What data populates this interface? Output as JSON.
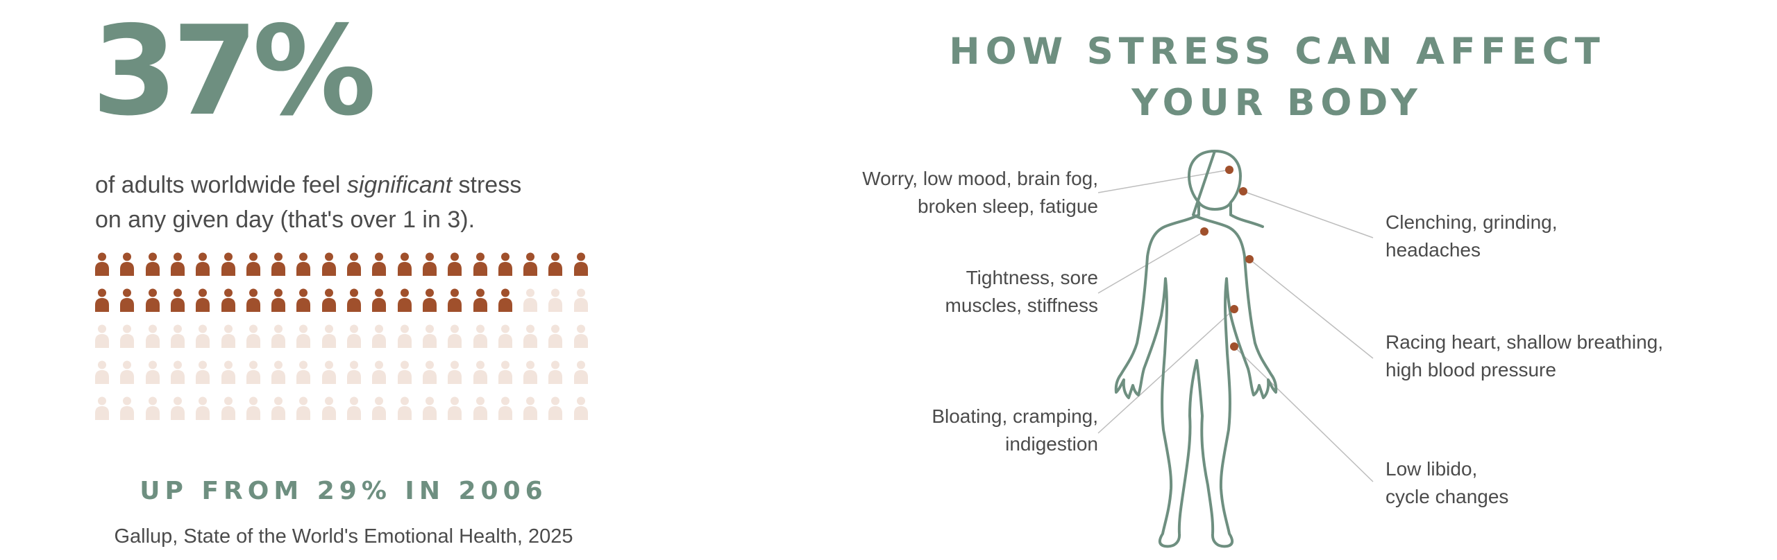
{
  "stat": {
    "percent": "37%",
    "caption_before": "of adults worldwide feel ",
    "caption_emphasis": "significant",
    "caption_after": " stress",
    "caption_line2": "on any given day (that's over 1 in 3).",
    "people_total": 100,
    "people_highlighted": 37,
    "colors": {
      "highlight": "#a0502c",
      "muted": "#f2e4dc",
      "accent": "#6e8f80"
    }
  },
  "trend": "UP FROM 29% IN 2006",
  "source": "Gallup, State of the World's Emotional Health, 2025",
  "title": {
    "line1": "HOW STRESS CAN AFFECT",
    "line2": "YOUR BODY"
  },
  "symptoms": {
    "mind": {
      "line1": "Worry, low mood, brain fog,",
      "line2": "broken sleep, fatigue"
    },
    "jaw": {
      "line1": "Clenching, grinding,",
      "line2": "headaches"
    },
    "muscles": {
      "line1": "Tightness, sore",
      "line2": "muscles, stiffness"
    },
    "heart": {
      "line1": "Racing heart, shallow breathing,",
      "line2": "high blood pressure"
    },
    "gut": {
      "line1": "Bloating, cramping,",
      "line2": "indigestion"
    },
    "reproductive": {
      "line1": "Low libido,",
      "line2": "cycle changes"
    }
  }
}
